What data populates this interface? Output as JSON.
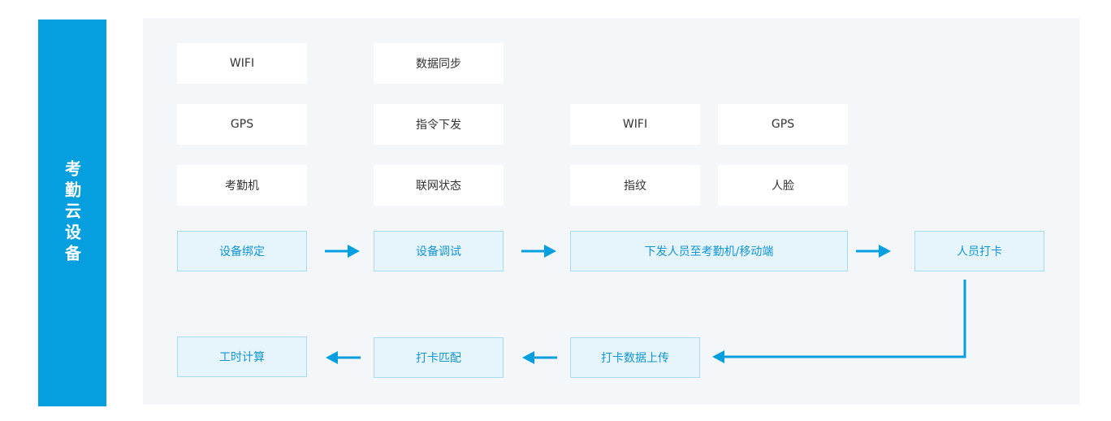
{
  "sidebar": {
    "title": "考勤云设备"
  },
  "features": {
    "binding": [
      "WIFI",
      "GPS",
      "考勤机"
    ],
    "debugging": [
      "数据同步",
      "指令下发",
      "联网状态"
    ],
    "distribution": [
      "WIFI",
      "GPS",
      "指纹",
      "人脸"
    ]
  },
  "flow": {
    "row1": [
      "设备绑定",
      "设备调试",
      "下发人员至考勤机/移动端",
      "人员打卡"
    ],
    "row2": [
      "打卡数据上传",
      "打卡匹配",
      "工时计算"
    ]
  },
  "colors": {
    "accent": "#059fe0",
    "step_bg": "#e6f5fc",
    "step_border": "#a9dcf2",
    "step_text": "#1295d6",
    "panel_bg": "#f4f7fa"
  }
}
